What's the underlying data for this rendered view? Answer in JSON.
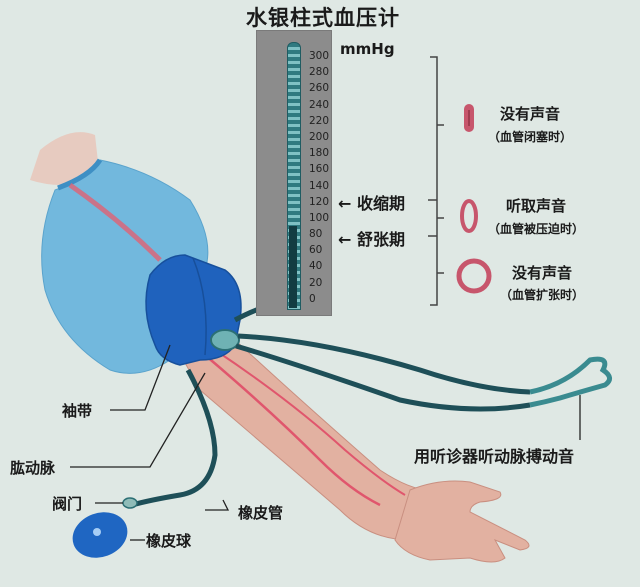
{
  "title": "水银柱式血压计",
  "manometer": {
    "unit": "mmHg",
    "scale": [
      "300",
      "280",
      "260",
      "240",
      "220",
      "200",
      "180",
      "160",
      "140",
      "120",
      "100",
      "80",
      "60",
      "40",
      "20",
      "0"
    ],
    "mercury_level": 90,
    "colors": {
      "panel": "#8c8c8c",
      "tube": "#2f7a80",
      "mercury": "#123c42"
    }
  },
  "phases": {
    "systolic": {
      "arrow": "←",
      "label": "收缩期",
      "value": 120
    },
    "diastolic": {
      "arrow": "←",
      "label": "舒张期",
      "value": 80
    }
  },
  "vessel_states": [
    {
      "icon": "closed-vessel-icon",
      "main": "没有声音",
      "sub": "（血管闭塞时）"
    },
    {
      "icon": "compressed-vessel-icon",
      "main": "听取声音",
      "sub": "（血管被压迫时）"
    },
    {
      "icon": "dilated-vessel-icon",
      "main": "没有声音",
      "sub": "（血管扩张时）"
    }
  ],
  "labels": {
    "cuff": "袖带",
    "brachial_artery": "肱动脉",
    "valve": "阀门",
    "rubber_tube": "橡皮管",
    "rubber_bulb": "橡皮球",
    "stethoscope": "用听诊器听动脉搏动音"
  },
  "colors": {
    "background": "#dfe8e4",
    "sleeve": "#6fb6dc",
    "cuff": "#1f5fb8",
    "skin": "#e3b3a3",
    "artery": "#e0566d",
    "vessel_ring": "#c7566c",
    "hose": "#1e4f58"
  }
}
